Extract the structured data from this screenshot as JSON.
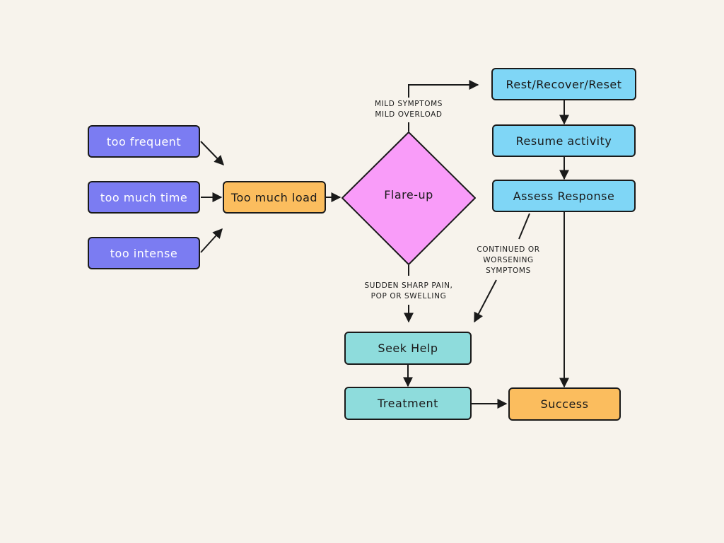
{
  "colors": {
    "background": "#f7f3ec",
    "cause_fill": "#7b7cf2",
    "load_fill": "#fbbd5e",
    "flare_fill": "#f99cf9",
    "blue_fill": "#7fd6f6",
    "teal_fill": "#8edcdc",
    "success_fill": "#fbbd5e",
    "line": "#1a1a1a"
  },
  "nodes": {
    "too_frequent": "too frequent",
    "too_much_time": "too much time",
    "too_intense": "too intense",
    "too_much_load": "Too much load",
    "flare_up": "Flare-up",
    "rest_recover_reset": "Rest/Recover/Reset",
    "resume_activity": "Resume activity",
    "assess_response": "Assess Response",
    "seek_help": "Seek Help",
    "treatment": "Treatment",
    "success": "Success"
  },
  "edge_labels": {
    "mild": "MILD SYMPTOMS\nMILD OVERLOAD",
    "sudden": "SUDDEN SHARP PAIN,\nPOP OR SWELLING",
    "continued": "CONTINUED OR\nWORSENING\nSYMPTOMS"
  }
}
